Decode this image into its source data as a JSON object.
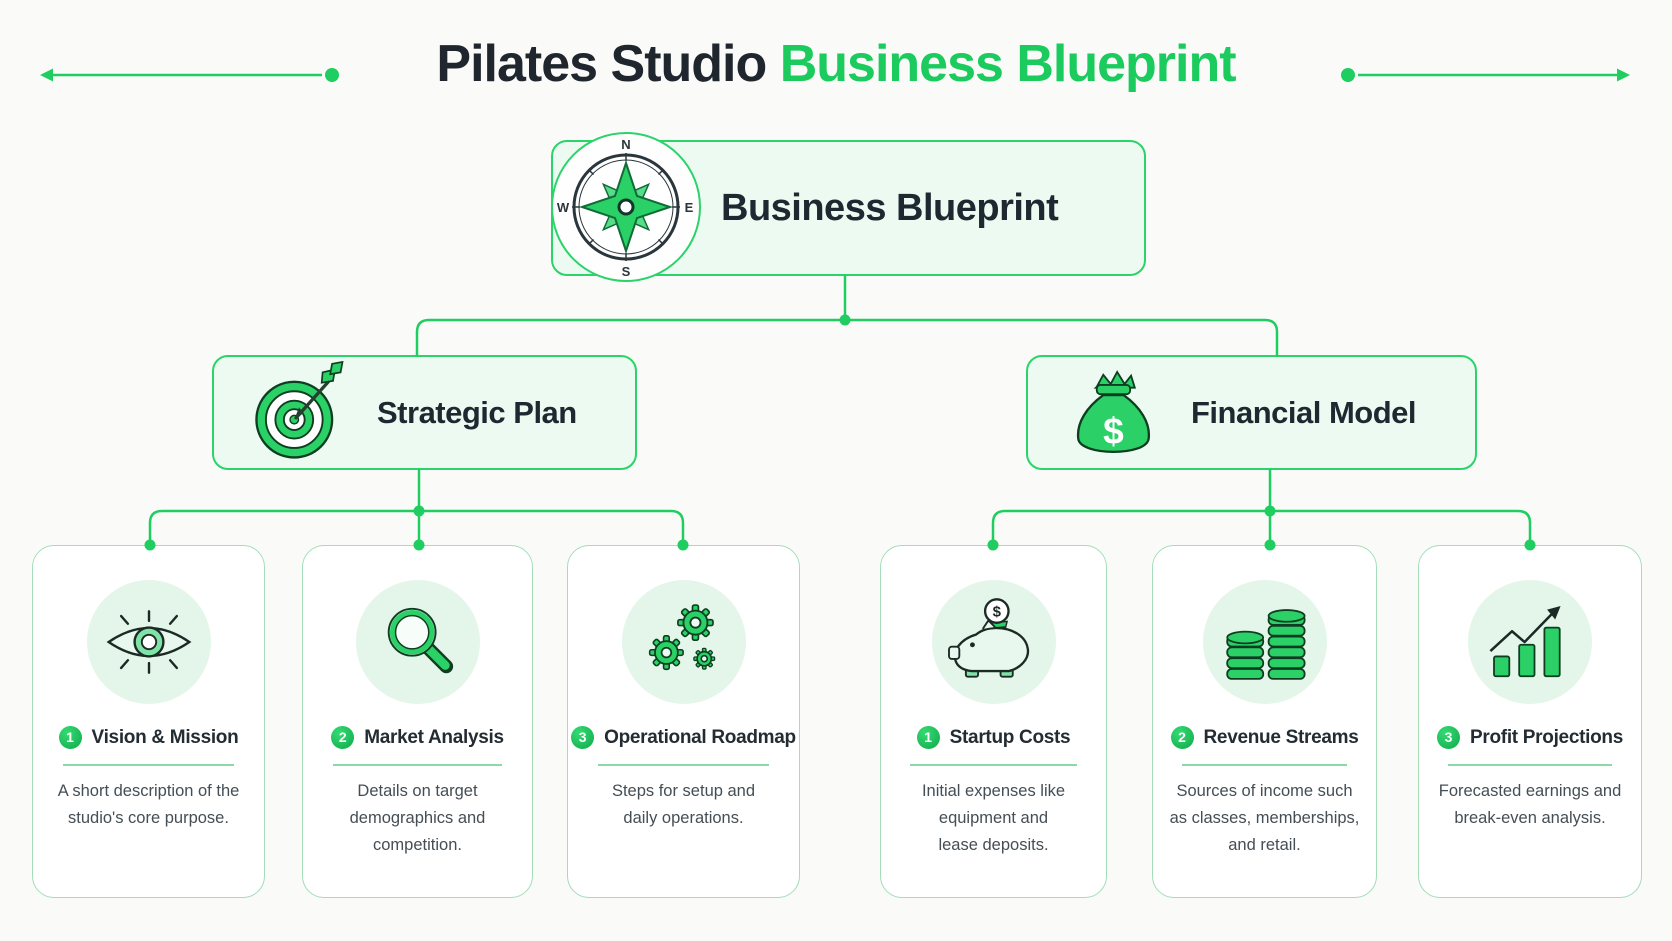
{
  "header": {
    "title_dark": "Pilates Studio",
    "title_green": "Business Blueprint"
  },
  "root_node": {
    "label": "Business Blueprint",
    "icon": "compass-icon",
    "compass": {
      "north": "N",
      "east": "E",
      "south": "S",
      "west": "W"
    }
  },
  "branches": [
    {
      "label": "Strategic Plan",
      "icon": "target-icon"
    },
    {
      "label": "Financial Model",
      "icon": "money-bag-icon",
      "currency_symbol": "$"
    }
  ],
  "cards": [
    {
      "badge": "1",
      "title": "Vision & Mission",
      "icon": "eye-icon",
      "description": [
        "A short description of the",
        "studio's core purpose."
      ]
    },
    {
      "badge": "2",
      "title": "Market Analysis",
      "icon": "magnifier-icon",
      "description": [
        "Details on target",
        "demographics and",
        "competition."
      ]
    },
    {
      "badge": "3",
      "title": "Operational Roadmap",
      "icon": "gears-icon",
      "description": [
        "Steps for setup and",
        "daily operations."
      ]
    },
    {
      "badge": "1",
      "title": "Startup Costs",
      "icon": "piggy-bank-icon",
      "coin_symbol": "$",
      "description": [
        "Initial expenses like",
        "equipment and",
        "lease deposits."
      ]
    },
    {
      "badge": "2",
      "title": "Revenue Streams",
      "icon": "coin-stacks-icon",
      "description": [
        "Sources of income such",
        "as classes, memberships,",
        "and retail."
      ]
    },
    {
      "badge": "3",
      "title": "Profit Projections",
      "icon": "bar-chart-icon",
      "description": [
        "Forecasted earnings and",
        "break-even analysis."
      ]
    }
  ],
  "colors": {
    "accent_green": "#1fcd61",
    "border_green": "#2bd36a",
    "light_green_fill": "#edfaf1",
    "icon_circle_fill": "#e4f6e9",
    "card_border": "#a5dcba",
    "badge_green": "#14b356",
    "dark_text": "#1f262d",
    "description_text": "#444e54",
    "background": "#fafbf9"
  }
}
